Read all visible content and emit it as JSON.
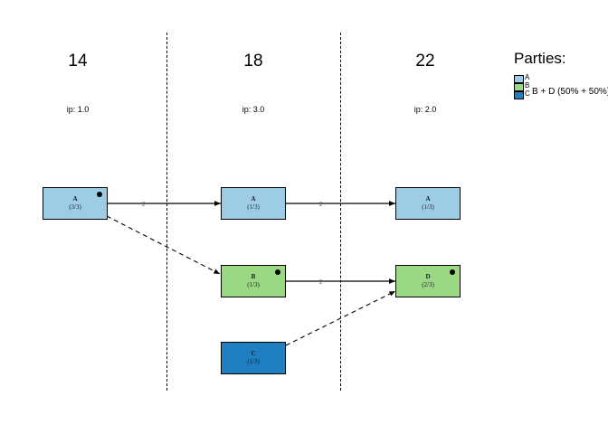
{
  "diagram": {
    "columns": [
      {
        "title": "14",
        "ip": "ip: 1.0"
      },
      {
        "title": "18",
        "ip": "ip: 3.0"
      },
      {
        "title": "22",
        "ip": "ip: 2.0"
      }
    ],
    "nodes": [
      {
        "id": "n1",
        "label": "A",
        "sub": "(3/3)",
        "color": "#9ccde4",
        "dot": true,
        "column": 0,
        "row": 0
      },
      {
        "id": "n2",
        "label": "A",
        "sub": "(1/3)",
        "color": "#9ccde4",
        "dot": false,
        "column": 1,
        "row": 0
      },
      {
        "id": "n3",
        "label": "A",
        "sub": "(1/3)",
        "color": "#9ccde4",
        "dot": false,
        "column": 2,
        "row": 0
      },
      {
        "id": "n4",
        "label": "B",
        "sub": "(1/3)",
        "color": "#9bd884",
        "dot": true,
        "column": 1,
        "row": 1
      },
      {
        "id": "n5",
        "label": "D",
        "sub": "(2/3)",
        "color": "#9bd884",
        "dot": true,
        "column": 2,
        "row": 1
      },
      {
        "id": "n6",
        "label": "C",
        "sub": "(1/3)",
        "color": "#1f7fc0",
        "dot": false,
        "column": 1,
        "row": 2
      }
    ],
    "edges": [
      {
        "from": "n1",
        "to": "n2",
        "label": "2",
        "style": "solid"
      },
      {
        "from": "n2",
        "to": "n3",
        "label": "2",
        "style": "solid"
      },
      {
        "from": "n4",
        "to": "n5",
        "label": "2",
        "style": "solid"
      },
      {
        "from": "n1",
        "to": "n4",
        "label": "",
        "style": "dashed"
      },
      {
        "from": "n6",
        "to": "n5",
        "label": "",
        "style": "dashed"
      }
    ]
  },
  "legend": {
    "title": "Parties:",
    "keys": [
      "A",
      "B",
      "C"
    ],
    "swatch_colors": [
      "#9ccde4",
      "#9bd884",
      "#1f7fc0"
    ],
    "combo_label": "B + D (50% + 50%)"
  },
  "colors": {
    "party_a": "#9ccde4",
    "party_b": "#9bd884",
    "party_c": "#1f7fc0",
    "line": "#000000",
    "edge_label": "#5a4a2a"
  }
}
